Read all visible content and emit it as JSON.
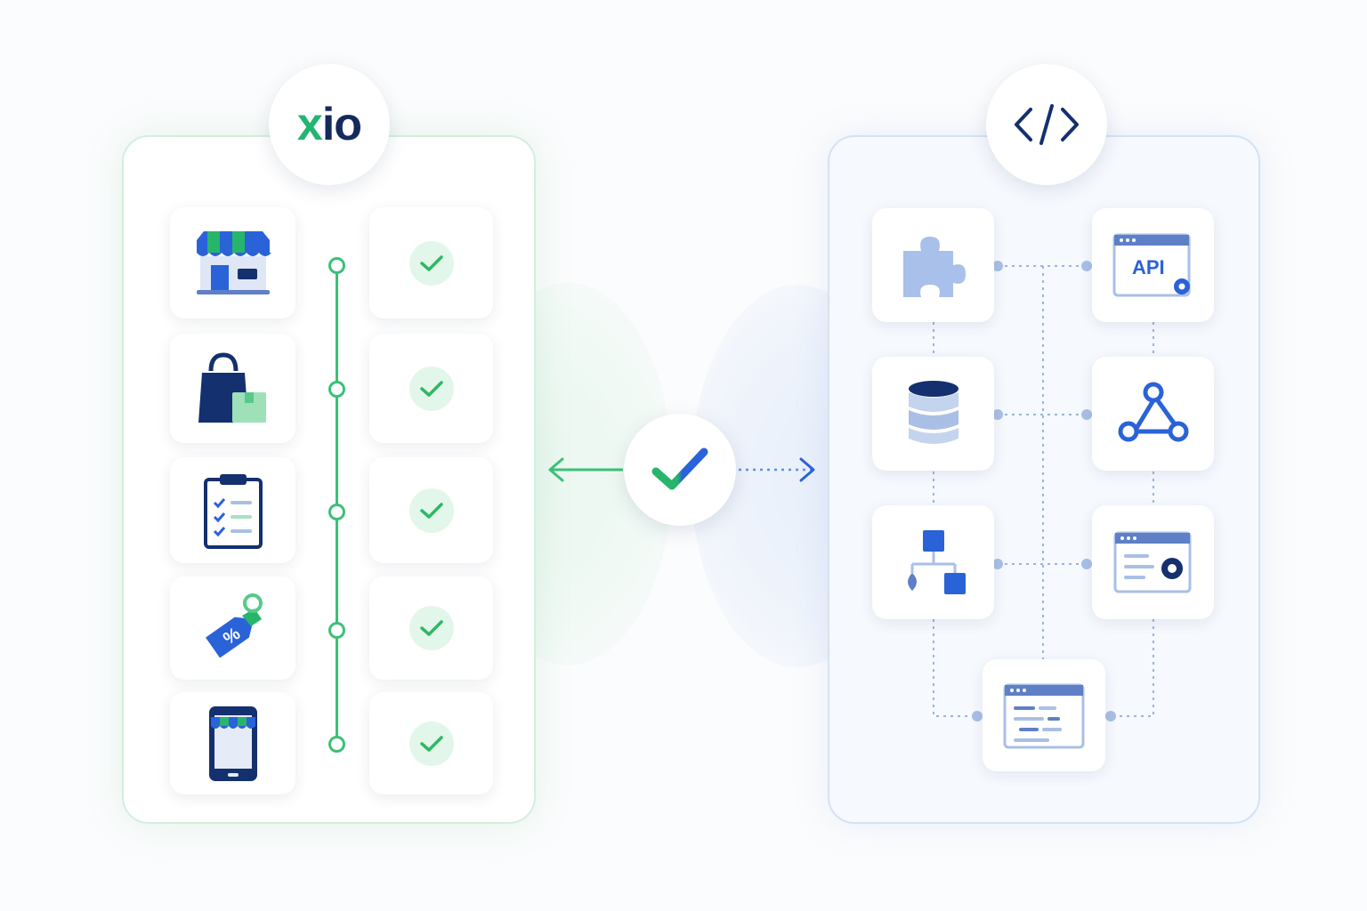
{
  "left_panel": {
    "logo": {
      "x": "x",
      "rest": "io"
    },
    "rows": [
      {
        "icon": "storefront-icon",
        "status": "check-icon"
      },
      {
        "icon": "shopping-bag-icon",
        "status": "check-icon"
      },
      {
        "icon": "clipboard-checklist-icon",
        "status": "check-icon"
      },
      {
        "icon": "discount-tag-icon",
        "status": "check-icon"
      },
      {
        "icon": "mobile-store-icon",
        "status": "check-icon"
      }
    ]
  },
  "center": {
    "icon": "check-icon",
    "left_arrow": "arrow-left-icon",
    "right_arrow": "arrow-right-dotted-icon"
  },
  "right_panel": {
    "header_icon": "code-brackets-icon",
    "tiles": [
      {
        "icon": "puzzle-piece-icon"
      },
      {
        "icon": "api-window-icon",
        "label": "API"
      },
      {
        "icon": "database-icon"
      },
      {
        "icon": "webhook-icon"
      },
      {
        "icon": "flow-hierarchy-icon"
      },
      {
        "icon": "settings-window-icon"
      },
      {
        "icon": "code-window-icon"
      }
    ]
  },
  "colors": {
    "green": "#22b573",
    "navy": "#142a5c",
    "blue": "#2a62d8",
    "light_blue": "#a9bfe6"
  }
}
